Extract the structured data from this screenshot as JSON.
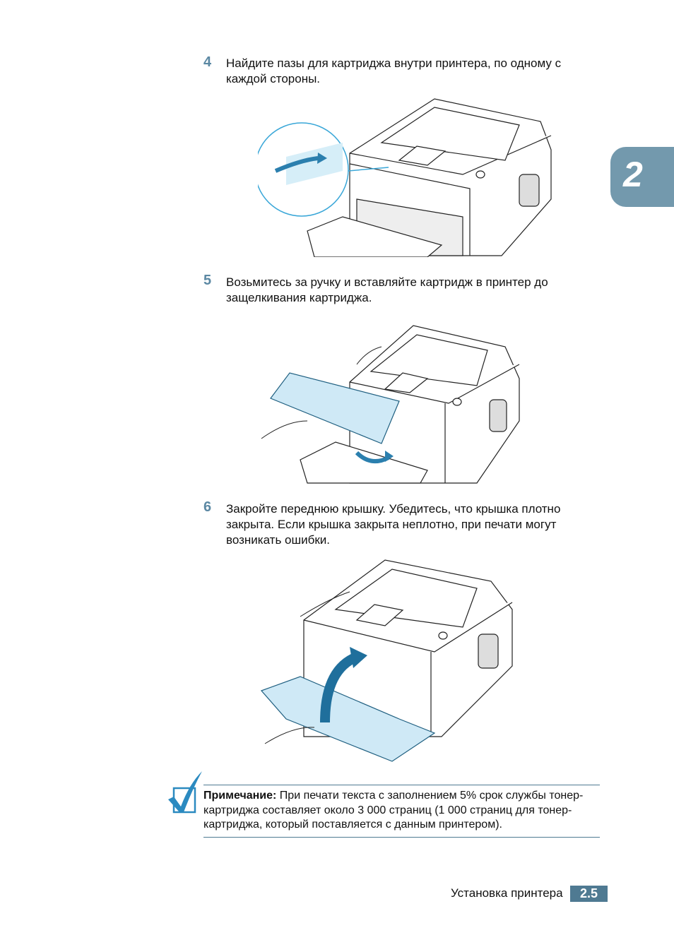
{
  "chapter_tab": "2",
  "steps": [
    {
      "number": "4",
      "text": "Найдите пазы для картриджа внутри принтера, по одному с каждой стороны."
    },
    {
      "number": "5",
      "text": "Возьмитесь за ручку и вставляйте картридж в принтер до защелкивания картриджа."
    },
    {
      "number": "6",
      "text": "Закройте переднюю крышку. Убедитесь, что крышка плотно закрыта. Если крышка закрыта неплотно, при печати могут возникать ошибки."
    }
  ],
  "note": {
    "label": "Примечание:",
    "text": " При печати текста с заполнением 5% срок службы тонер-картриджа составляет около 3 000 страниц (1 000 страниц для тонер-картриджа, который поставляется с данным принтером)."
  },
  "footer": {
    "section": "Установка принтера",
    "page": "2.5"
  },
  "colors": {
    "accent": "#5b88a3",
    "tab": "#7399ad",
    "footer_box": "#4f7a92",
    "highlight": "#d6eef8"
  }
}
